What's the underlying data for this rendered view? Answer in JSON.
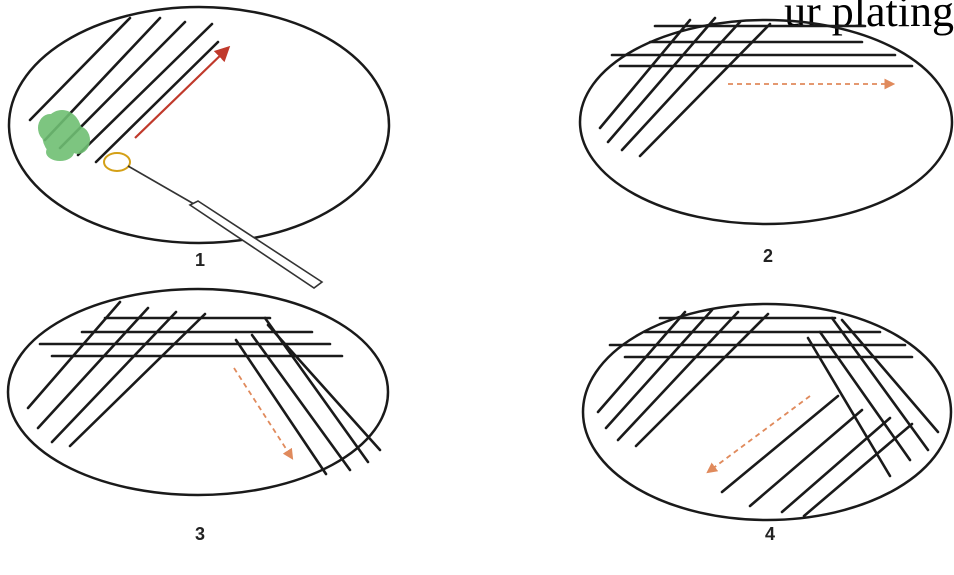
{
  "title_fragment": "ur plating",
  "colors": {
    "plate_outline": "#1a1a1a",
    "streak": "#1a1a1a",
    "arrow_solid": "#c0392b",
    "arrow_dashed": "#e08a5c",
    "inoculum": "#6fbf73",
    "loop_ring": "#d4a017"
  },
  "steps": [
    {
      "label": "1",
      "arrow_style": "solid"
    },
    {
      "label": "2",
      "arrow_style": "dashed"
    },
    {
      "label": "3",
      "arrow_style": "dashed"
    },
    {
      "label": "4",
      "arrow_style": "dashed"
    }
  ],
  "icons": {
    "loop": "inoculating-loop-icon",
    "inoculum": "inoculum-blob-icon"
  }
}
